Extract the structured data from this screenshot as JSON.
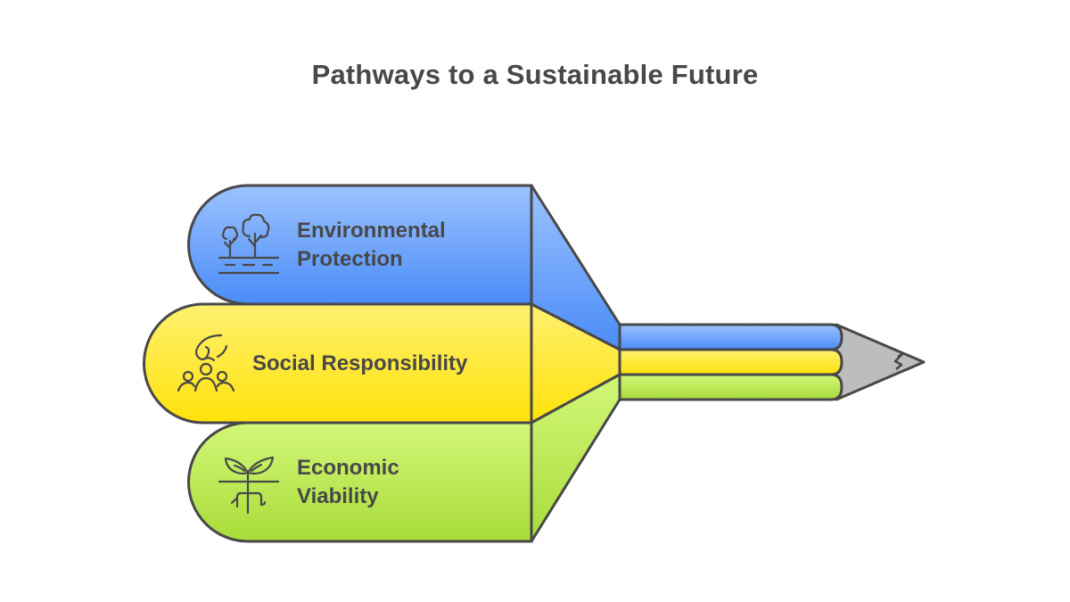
{
  "title": "Pathways to a Sustainable Future",
  "colors": {
    "blue_top": "#9cc2ff",
    "blue_bottom": "#4a8cf7",
    "yellow_top": "#fff070",
    "yellow_bottom": "#ffe20a",
    "green_top": "#d2f778",
    "green_bottom": "#a8dc3a",
    "stroke": "#484848",
    "tip": "#bdbdbd",
    "text": "#484848"
  },
  "pathways": [
    {
      "id": "environmental",
      "label_line1": "Environmental",
      "label_line2": "Protection",
      "icon": "trees-landscape-icon",
      "color": "blue"
    },
    {
      "id": "social",
      "label_line1": "Social Responsibility",
      "label_line2": "",
      "icon": "community-hands-icon",
      "color": "yellow"
    },
    {
      "id": "economic",
      "label_line1": "Economic",
      "label_line2": "Viability",
      "icon": "sprout-roots-icon",
      "color": "green"
    }
  ],
  "pencil": {
    "description": "pencil formed by three converging pathways",
    "tip": "pencil-tip"
  }
}
